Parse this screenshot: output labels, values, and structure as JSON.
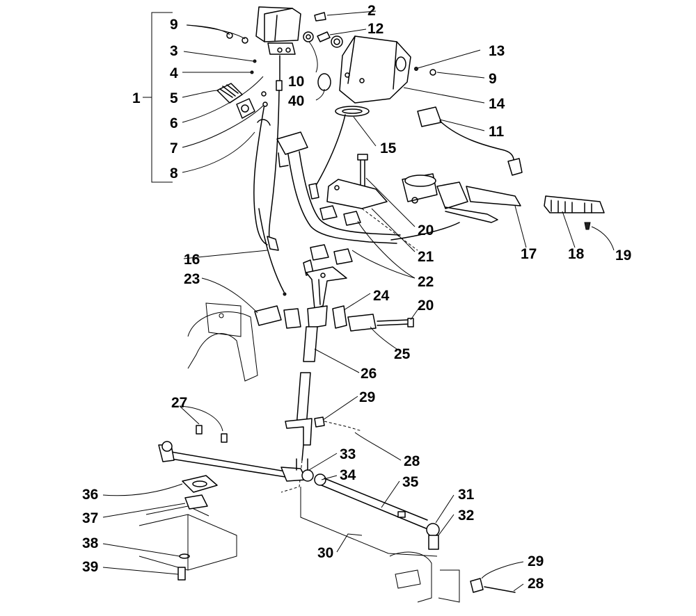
{
  "callouts": {
    "c1": "1",
    "c2": "2",
    "c3": "3",
    "c4": "4",
    "c5": "5",
    "c6": "6",
    "c7": "7",
    "c8": "8",
    "c9a": "9",
    "c9b": "9",
    "c10": "10",
    "c11": "11",
    "c12": "12",
    "c13": "13",
    "c14": "14",
    "c15": "15",
    "c16": "16",
    "c17": "17",
    "c18": "18",
    "c19": "19",
    "c20a": "20",
    "c20b": "20",
    "c21": "21",
    "c22": "22",
    "c23": "23",
    "c24": "24",
    "c25": "25",
    "c26": "26",
    "c27": "27",
    "c28a": "28",
    "c28b": "28",
    "c29a": "29",
    "c29b": "29",
    "c30": "30",
    "c31": "31",
    "c32": "32",
    "c33": "33",
    "c34": "34",
    "c35": "35",
    "c36": "36",
    "c37": "37",
    "c38": "38",
    "c39": "39",
    "c40": "40"
  },
  "colors": {
    "ink": "#000000",
    "paper": "#ffffff"
  }
}
